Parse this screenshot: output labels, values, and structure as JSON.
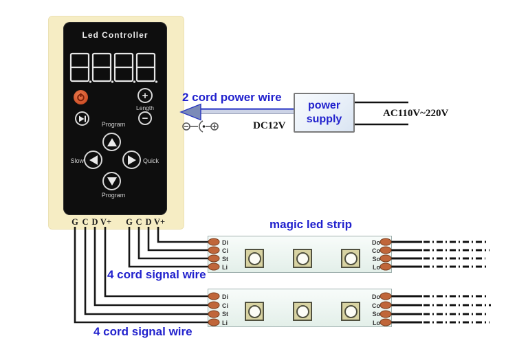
{
  "colors": {
    "accent_blue": "#2121cd",
    "panel_cream": "#f6edc4",
    "controller_black": "#0e0e0e",
    "power_button_red": "#cf5128",
    "pad_orange": "#c0663a",
    "wire_black": "#161616",
    "psu_fill": "#e9f0f9"
  },
  "controller": {
    "title": "Led Controller",
    "display_digits": "8888",
    "buttons": {
      "power_icon": "power-icon",
      "play_pause_icon": "play-pause-icon",
      "plus_label": "+",
      "minus_label": "−",
      "length_label": "Length",
      "program_top_label": "Program",
      "program_bottom_label": "Program",
      "slow_label": "Slow",
      "quick_label": "Quick"
    },
    "terminals_group1": [
      "G",
      "C",
      "D",
      "V+"
    ],
    "terminals_group2": [
      "G",
      "C",
      "D",
      "V+"
    ]
  },
  "power": {
    "wire_label": "2 cord power wire",
    "dc_voltage": "DC12V",
    "supply_label_line1": "power",
    "supply_label_line2": "supply",
    "ac_voltage": "AC110V~220V"
  },
  "strips": {
    "title": "magic led strip",
    "signal_label_top": "4 cord signal wire",
    "signal_label_bottom": "4 cord signal wire",
    "strip1": {
      "inputs": [
        "Di",
        "Ci",
        "St",
        "Li"
      ],
      "outputs": [
        "Do",
        "Co",
        "So",
        "Lo"
      ],
      "led_count": 3
    },
    "strip2": {
      "inputs": [
        "Di",
        "Ci",
        "St",
        "Li"
      ],
      "outputs": [
        "Do",
        "Co",
        "So",
        "Lo"
      ],
      "led_count": 3
    }
  }
}
